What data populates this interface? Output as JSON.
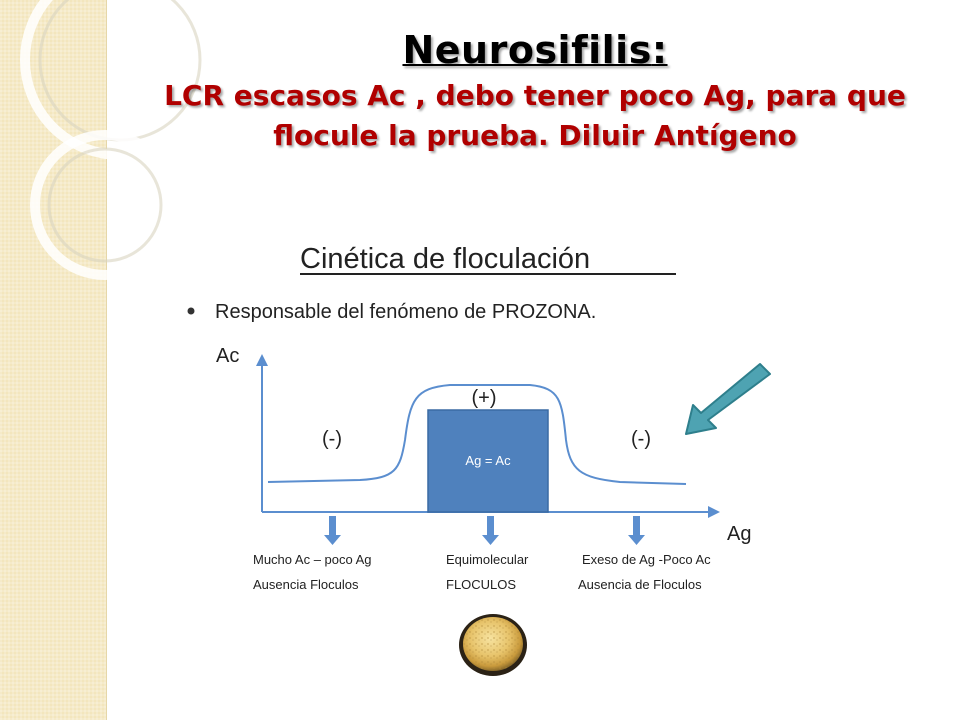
{
  "slide": {
    "title": "Neurosifilis",
    "title_colon": ":",
    "subtitle_line1": "LCR escasos  Ac , debo tener poco Ag, para que",
    "subtitle_line2": "flocule la prueba.   Diluir  Antígeno"
  },
  "diagram": {
    "heading": "Cinética de floculación",
    "bullet": "Responsable del   fenómeno de PROZONA.",
    "y_axis_label": "Ac",
    "x_axis_label": "Ag",
    "zone_left": "(-)",
    "zone_center": "(+)",
    "zone_right": "(-)",
    "box_label": "Ag  =  Ac",
    "captions": {
      "left_line1": "Mucho  Ac – poco   Ag",
      "left_line2": "Ausencia Floculos",
      "center_line1": "Equimolecular",
      "center_line2": "FLOCULOS",
      "right_line1": "Exeso de Ag  -Poco Ac",
      "right_line2": "Ausencia de Floculos"
    }
  },
  "colors": {
    "red_text": "#b00000",
    "curve": "#5b8ecf",
    "box_fill": "#4f81bd",
    "arrow_teal": "#4ea3b2"
  }
}
